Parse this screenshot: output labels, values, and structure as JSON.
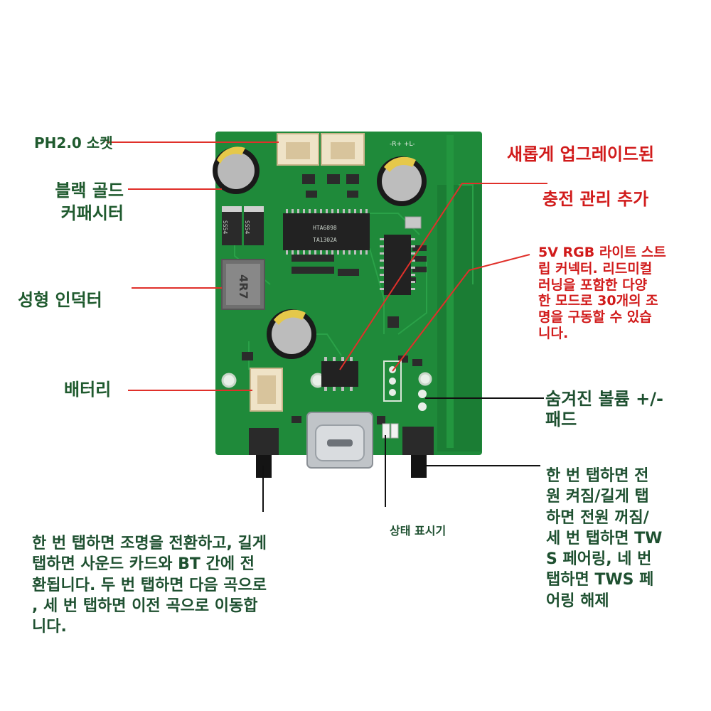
{
  "labels": {
    "ph20_socket": "PH2.0 소켓",
    "black_gold_capacitor": "블랙 골드\n커패시터",
    "molded_inductor": "성형 인덕터",
    "battery": "배터리",
    "upgraded_title": "새롭게 업그레이드된",
    "charge_management": "충전 관리 추가",
    "rgb_connector": "5V RGB 라이트 스트\n립 커넥터. 리드미컬\n러닝을 포함한 다양\n한 모드로 30개의 조\n명을 구동할 수 있습\n니다.",
    "hidden_volume_pad": "숨겨진 볼륨 +/-\n패드",
    "status_indicator": "상태 표시기",
    "left_button_desc": "한 번 탭하면 조명을 전환하고, 길게\n탭하면 사운드 카드와 BT 간에 전\n환됩니다. 두 번 탭하면 다음 곡으로\n, 세 번 탭하면 이전 곡으로 이동합\n니다.",
    "right_button_desc": "한 번 탭하면 전\n원 켜짐/길게 탭\n하면 전원 꺼짐/\n세 번 탭하면 TW\nS 페어링, 네 번\n탭하면 TWS 페\n어링 해제"
  },
  "board_marks": {
    "amp_chip": "HTA6898",
    "amp_chip_sub": "TA1302A",
    "inductor": "4R7",
    "diode_left": "SS54",
    "diode_right": "SS54",
    "header_mark": "-R+ +L-"
  },
  "colors": {
    "pcb": "#1f8a3a",
    "label_green": "#1f5a2e",
    "label_red": "#d11b1b",
    "leader_red": "#e0302a"
  }
}
